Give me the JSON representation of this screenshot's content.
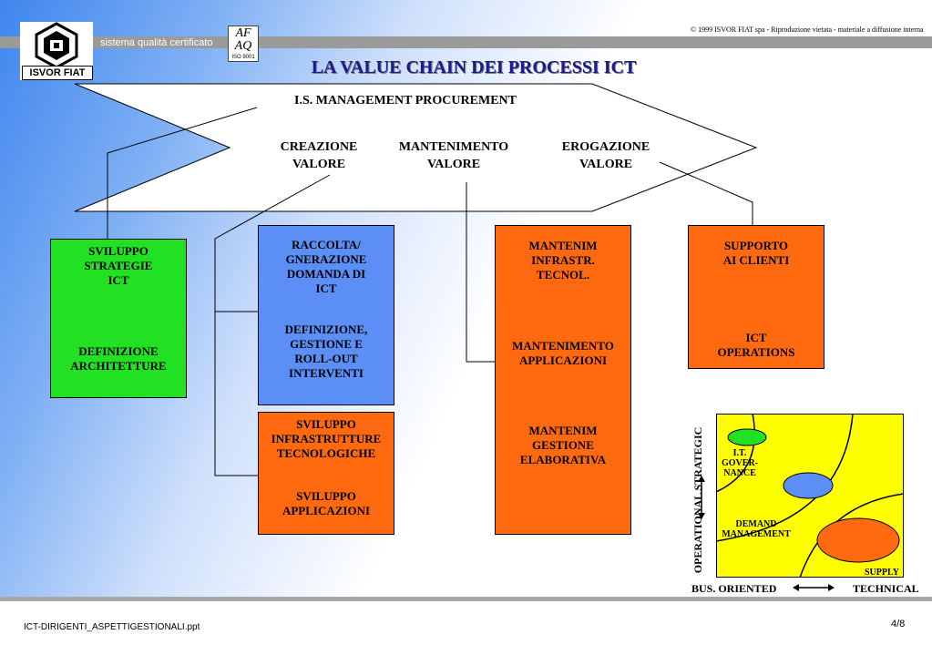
{
  "header": {
    "copyright": "© 1999 ISVOR FIAT spa - Riproduzione vietata - materiale a diffusione interna",
    "tagline": "sistema qualità certificato",
    "logo_text": "ISVOR FIAT",
    "cert_letters": "AF AQ",
    "cert_iso": "ISO 9001",
    "title": "LA VALUE CHAIN  DEI PROCESSI ICT"
  },
  "chevron": {
    "heading": "I.S. MANAGEMENT  PROCUREMENT",
    "stages": [
      "CREAZIONE\nVALORE",
      "MANTENIMENTO\nVALORE",
      "EROGAZIONE\nVALORE"
    ]
  },
  "boxes": {
    "green": {
      "top": "SVILUPPO\nSTRATEGIE\nICT",
      "bottom": "DEFINIZIONE\nARCHITETTURE"
    },
    "blue": {
      "top": "RACCOLTA/\nGNERAZIONE\nDOMANDA DI\nICT",
      "bottom": "DEFINIZIONE,\nGESTIONE E\nROLL-OUT\nINTERVENTI"
    },
    "orange_small": {
      "top": "SVILUPPO\nINFRASTRUTTURE\nTECNOLOGICHE",
      "bottom": "SVILUPPO\nAPPLICAZIONI"
    },
    "orange_tall": {
      "top": "MANTENIM\nINFRASTR.\nTECNOL.",
      "mid": "MANTENIMENTO\nAPPLICAZIONI",
      "bottom": "MANTENIM\nGESTIONE\nELABORATIVA"
    },
    "orange_right": {
      "top": "SUPPORTO\nAI CLIENTI",
      "bottom": "ICT\nOPERATIONS"
    }
  },
  "matrix": {
    "y_label": "OPERATIONAL STRATEGIC",
    "x_left": "BUS. ORIENTED",
    "x_right": "TECHNICAL",
    "it_governance": "I.T.\nGOVER-\nNANCE",
    "demand": "DEMAND\nMANAGEMENT",
    "supply": "SUPPLY",
    "colors": {
      "green": "#22e022",
      "blue": "#5c8ff5",
      "orange": "#ff6a10",
      "yellow": "#ffff00"
    }
  },
  "footer": {
    "filename": "ICT-DIRIGENTI_ASPETTIGESTIONALI.ppt",
    "page": "4/8"
  }
}
